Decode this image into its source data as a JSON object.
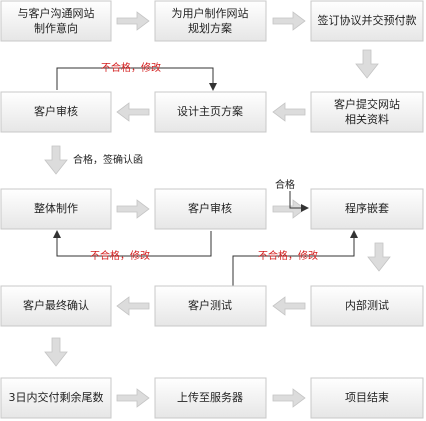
{
  "diagram": {
    "nodes": {
      "n1": {
        "lines": [
          "与客户沟通网站",
          "制作意向"
        ]
      },
      "n2": {
        "lines": [
          "为用户制作网站",
          "规划方案"
        ]
      },
      "n3": {
        "lines": [
          "签订协议并交预付款"
        ]
      },
      "n4": {
        "lines": [
          "客户审核"
        ]
      },
      "n5": {
        "lines": [
          "设计主页方案"
        ]
      },
      "n6": {
        "lines": [
          "客户提交网站",
          "相关资料"
        ]
      },
      "n7": {
        "lines": [
          "整体制作"
        ]
      },
      "n8": {
        "lines": [
          "客户审核"
        ]
      },
      "n9": {
        "lines": [
          "程序嵌套"
        ]
      },
      "n10": {
        "lines": [
          "客户最终确认"
        ]
      },
      "n11": {
        "lines": [
          "客户测试"
        ]
      },
      "n12": {
        "lines": [
          "内部测试"
        ]
      },
      "n13": {
        "lines": [
          "3日内交付剩余尾数"
        ]
      },
      "n14": {
        "lines": [
          "上传至服务器"
        ]
      },
      "n15": {
        "lines": [
          "项目结束"
        ]
      }
    },
    "labels": {
      "reject_top": "不合格，修改",
      "approve_sign": "合格，签确认函",
      "approve": "合格",
      "reject_middle": "不合格，修改",
      "reject_lower": "不合格，修改"
    },
    "colors": {
      "box_top": "#ffffff",
      "box_bottom": "#e6e6e6",
      "box_border": "#c8c8c8",
      "arrow_fill": "#dcdcdc",
      "reject_text": "#d42020",
      "normal_text": "#222222"
    }
  }
}
